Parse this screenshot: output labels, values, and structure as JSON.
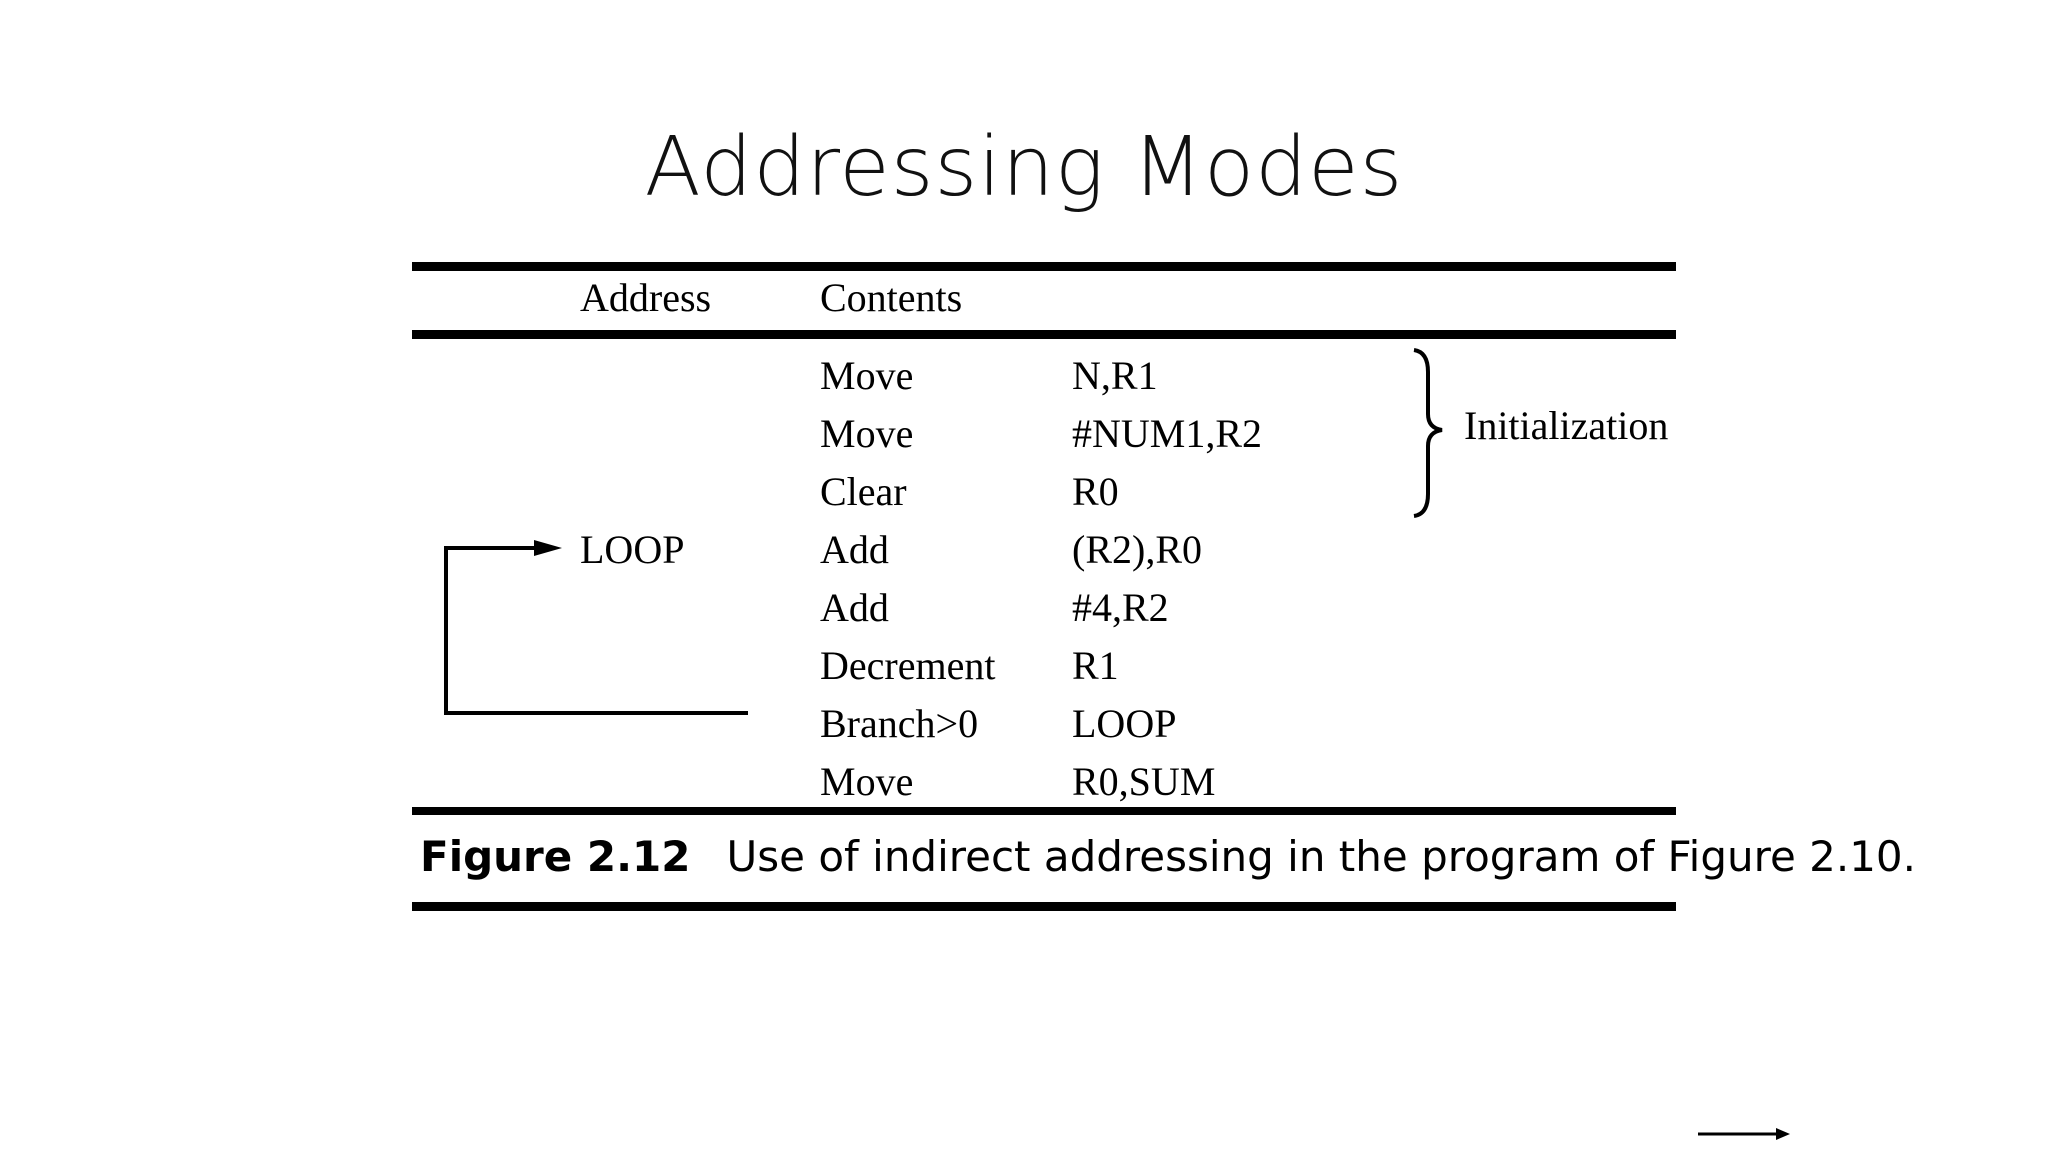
{
  "slide": {
    "title": "Addressing Modes"
  },
  "table": {
    "headers": {
      "address": "Address",
      "contents": "Contents"
    },
    "rows": [
      {
        "address": "",
        "op": "Move",
        "operand": "N,R1"
      },
      {
        "address": "",
        "op": "Move",
        "operand": "#NUM1,R2"
      },
      {
        "address": "",
        "op": "Clear",
        "operand": "R0"
      },
      {
        "address": "LOOP",
        "op": "Add",
        "operand": "(R2),R0"
      },
      {
        "address": "",
        "op": "Add",
        "operand": "#4,R2"
      },
      {
        "address": "",
        "op": "Decrement",
        "operand": "R1"
      },
      {
        "address": "",
        "op": "Branch>0",
        "operand": "LOOP"
      },
      {
        "address": "",
        "op": "Move",
        "operand": "R0,SUM"
      }
    ],
    "brace_note": "Initialization"
  },
  "caption": {
    "number": "Figure 2.12",
    "text": "Use of indirect addressing in the program of Figure 2.10."
  },
  "icons": {
    "next": "arrow-right-icon",
    "loop": "loop-back-arrow-icon",
    "brace": "right-brace-icon"
  }
}
